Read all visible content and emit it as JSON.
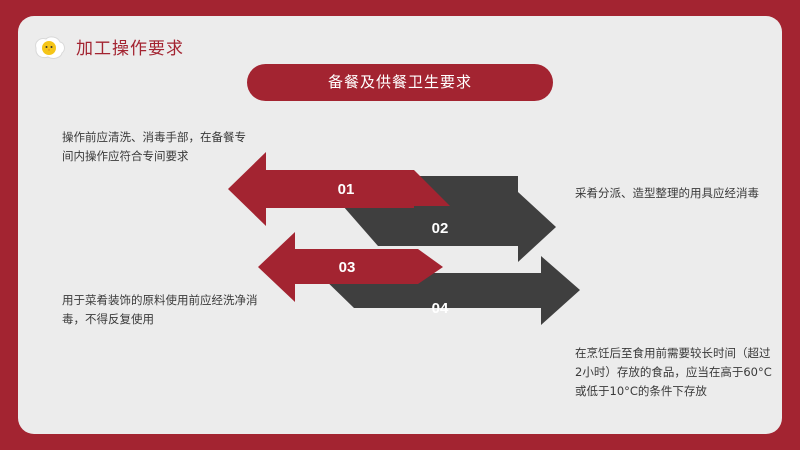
{
  "header": {
    "title": "加工操作要求",
    "logo_icon": "chick-icon"
  },
  "banner": {
    "title": "备餐及供餐卫生要求"
  },
  "steps": [
    {
      "number": "01",
      "text": "操作前应清洗、消毒手部，在备餐专间内操作应符合专间要求",
      "color": "#a32431",
      "direction": "left"
    },
    {
      "number": "02",
      "text": "采肴分派、造型整理的用具应经消毒",
      "color": "#3f3f3f",
      "direction": "right"
    },
    {
      "number": "03",
      "text": "用于菜肴装饰的原料使用前应经洗净消毒，不得反复使用",
      "color": "#a32431",
      "direction": "left"
    },
    {
      "number": "04",
      "text": "在烹饪后至食用前需要较长时间（超过2小时）存放的食品，应当在高于60°C或低于10°C的条件下存放",
      "color": "#3f3f3f",
      "direction": "right"
    }
  ],
  "colors": {
    "accent": "#a32431",
    "dark": "#3f3f3f",
    "panel": "#ececec"
  }
}
